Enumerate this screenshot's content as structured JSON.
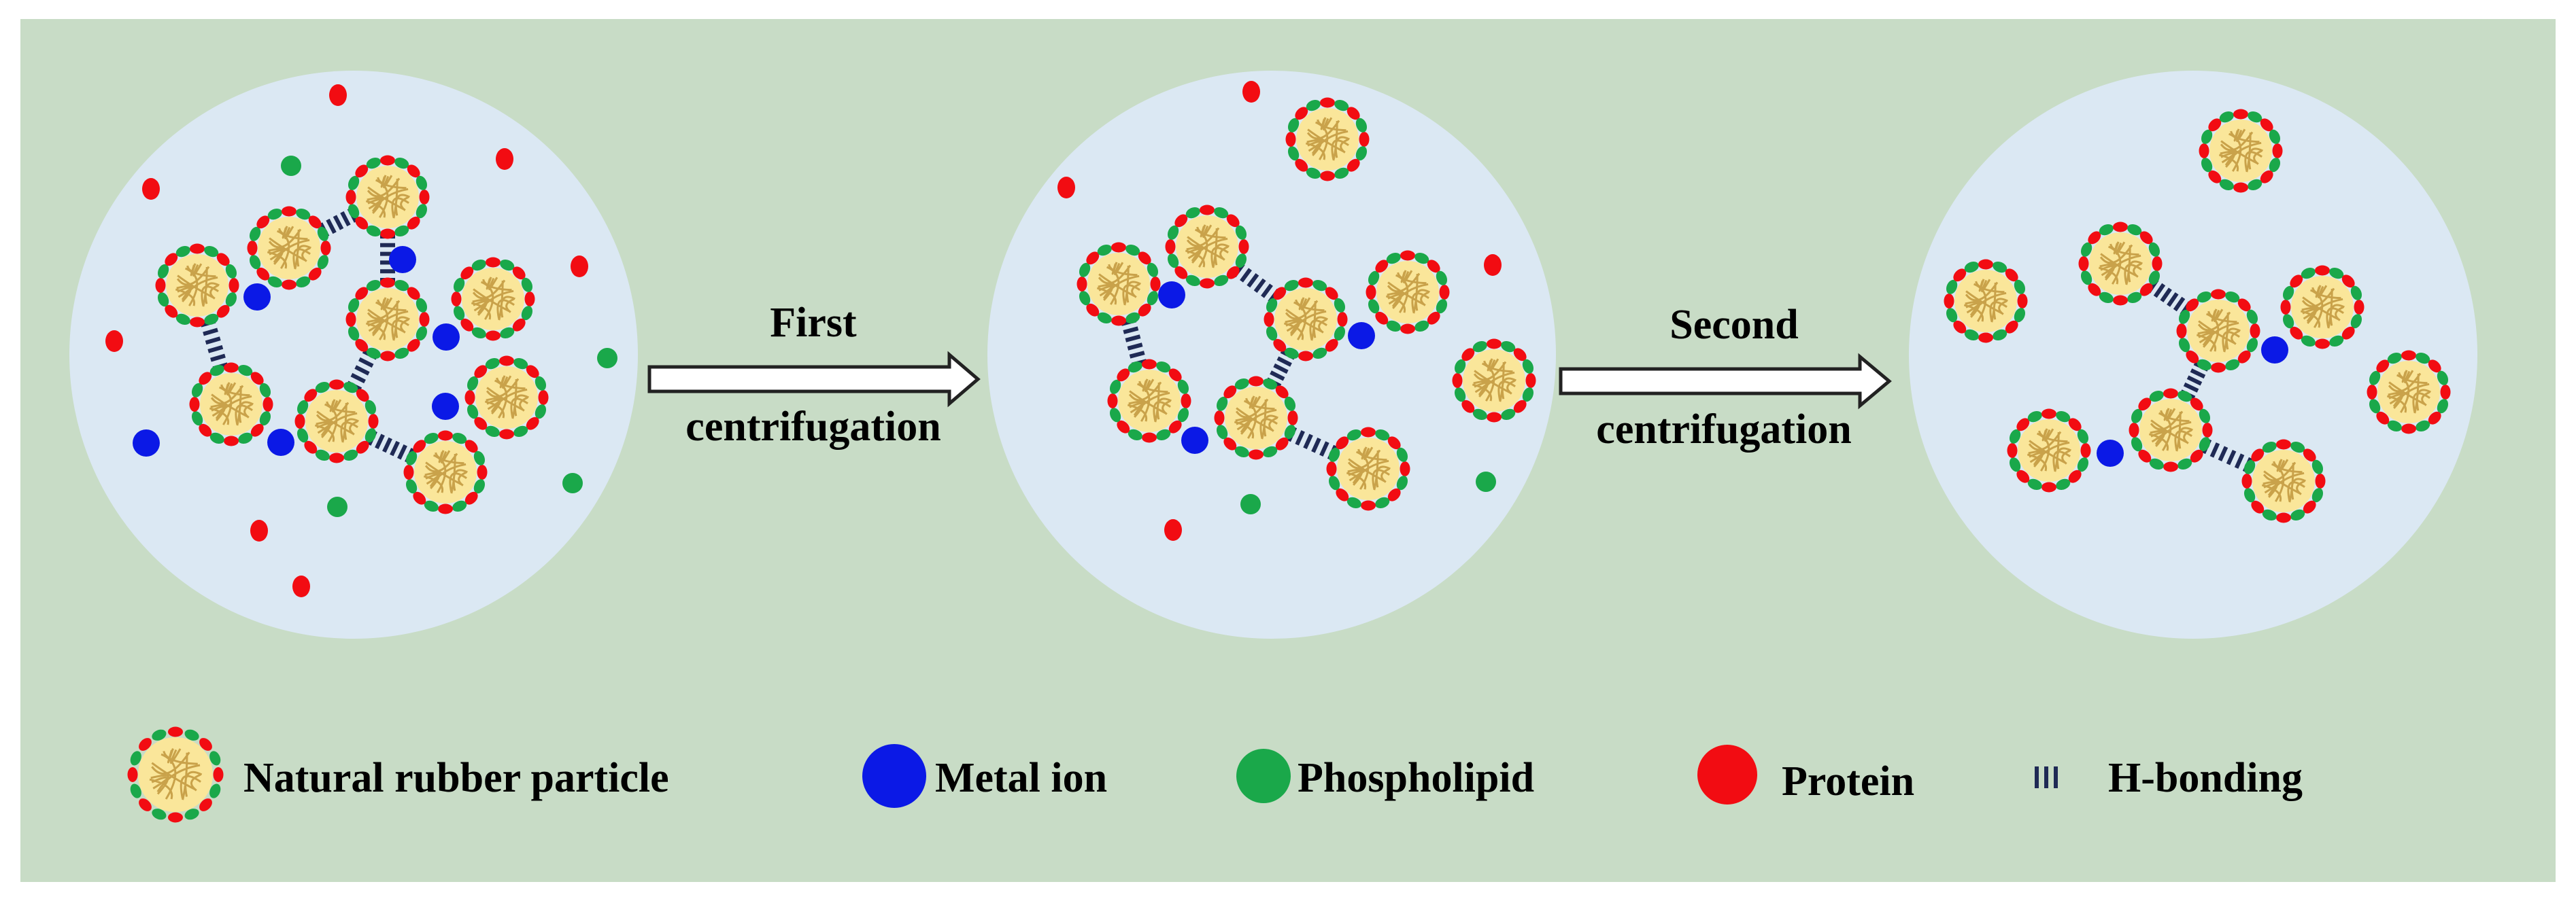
{
  "colors": {
    "panel_bg": "#c8dcc6",
    "circle_bg": "#dbe8f3",
    "metal_ion": "#0b19e6",
    "phospholipid": "#1aa84a",
    "protein": "#f20c12",
    "particle_core": "#fae69a",
    "particle_strand": "#c9a24a",
    "h_bond": "#1f2a55"
  },
  "steps": [
    {
      "line1": "First",
      "line2": "centrifugation"
    },
    {
      "line1": "Second",
      "line2": "centrifugation"
    }
  ],
  "legend": [
    {
      "label": "Natural rubber particle",
      "icon": "rubber-particle-icon"
    },
    {
      "label": "Metal ion",
      "icon": "metal-ion-icon"
    },
    {
      "label": "Phospholipid",
      "icon": "phospholipid-icon"
    },
    {
      "label": "Protein",
      "icon": "protein-icon"
    },
    {
      "label": "H-bonding",
      "icon": "h-bonding-icon"
    }
  ]
}
